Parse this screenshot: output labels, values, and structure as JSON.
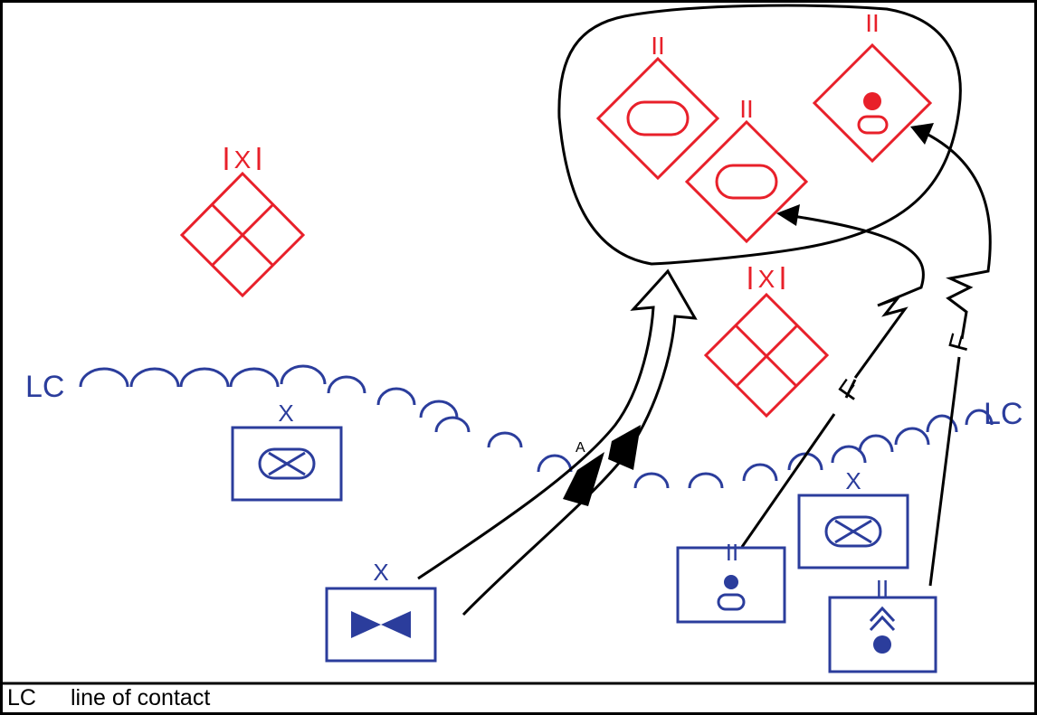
{
  "colors": {
    "friendly": "#2b3d9c",
    "hostile": "#e8202a",
    "graphics": "#000000"
  },
  "labels": {
    "lc_left": "LC",
    "lc_right": "LC",
    "brigade_echelon": "X",
    "battalion_echelon": "II",
    "axis_letter": "A",
    "fire_letter": "F"
  },
  "hostile_units": [
    {
      "echelon": "X",
      "icon": "hostile-brigade-quartered-diamond-icon"
    },
    {
      "echelon": "X",
      "icon": "hostile-brigade-quartered-diamond-icon"
    },
    {
      "echelon": "II",
      "icon": "hostile-armor-battalion-icon"
    },
    {
      "echelon": "II",
      "icon": "hostile-armor-battalion-icon"
    },
    {
      "echelon": "II",
      "icon": "hostile-battalion-icon"
    }
  ],
  "friendly_units": [
    {
      "echelon": "X",
      "icon": "friendly-armored-infantry-brigade-icon"
    },
    {
      "echelon": "X",
      "icon": "friendly-engineer-brigade-icon"
    },
    {
      "echelon": "X",
      "icon": "friendly-armored-infantry-brigade-icon"
    },
    {
      "echelon": "II",
      "icon": "friendly-battalion-icon"
    },
    {
      "echelon": "II",
      "icon": "friendly-battalion-icon"
    }
  ],
  "legend": {
    "abbreviation": "LC",
    "meaning": "line of contact"
  }
}
